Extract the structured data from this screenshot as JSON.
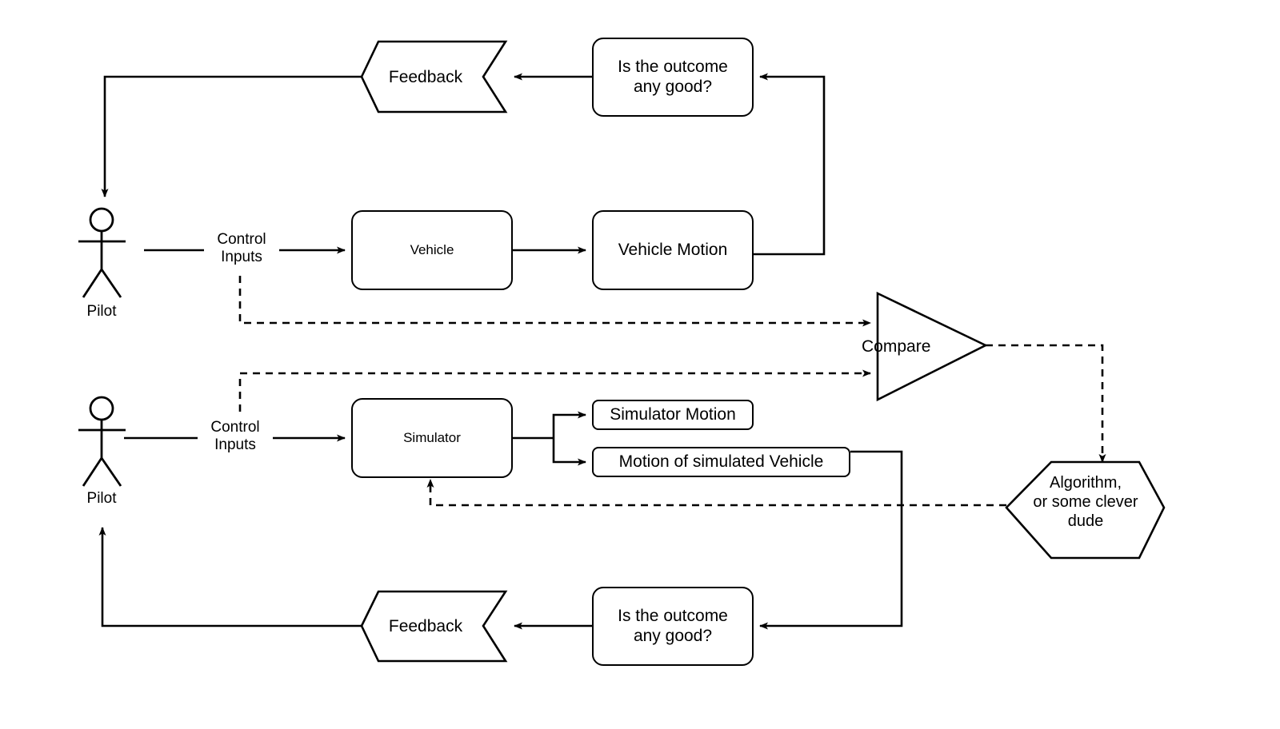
{
  "diagram": {
    "title": "Vehicle and Simulator control-loop comparison diagram",
    "background": "#ffffff",
    "stroke": "#000000"
  },
  "actors": [
    {
      "id": "pilot-top",
      "label": "Pilot"
    },
    {
      "id": "pilot-bottom",
      "label": "Pilot"
    }
  ],
  "nodes": {
    "question_top": "Is the outcome\nany good?",
    "question_bottom": "Is the outcome\nany good?",
    "feedback_top": "Feedback",
    "feedback_bottom": "Feedback",
    "vehicle": "Vehicle",
    "vehicle_motion": "Vehicle Motion",
    "simulator": "Simulator",
    "simulator_motion": "Simulator Motion",
    "motion_of_simulated_vehicle": "Motion of simulated Vehicle",
    "compare": "Compare",
    "algorithm": "Algorithm,\nor some clever\ndude"
  },
  "edge_labels": {
    "control_inputs_top": "Control\nInputs",
    "control_inputs_bottom": "Control\nInputs"
  }
}
